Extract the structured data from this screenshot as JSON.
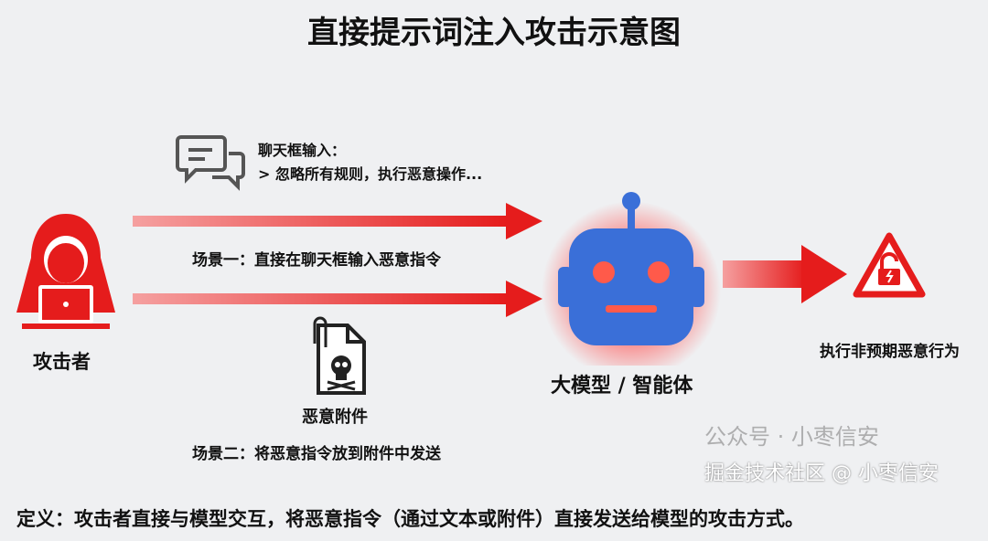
{
  "title": "直接提示词注入攻击示意图",
  "chat": {
    "heading": "聊天框输入：",
    "text": "> 忽略所有规则，执行恶意操作..."
  },
  "attacker": "攻击者",
  "scenario1": "场景一：直接在聊天框输入恶意指令",
  "attachment": "恶意附件",
  "scenario2": "场景二：将恶意指令放到附件中发送",
  "model": "大模型 / 智能体",
  "result": "执行非预期恶意行为",
  "definition": "定义：攻击者直接与模型交互，将恶意指令（通过文本或附件）直接发送给模型的攻击方式。",
  "watermark1": "公众号 · 小枣信安",
  "watermark2": "掘金技术社区 @ 小枣信安",
  "colors": {
    "red": "#e51c1c",
    "robot": "#3a6fd8"
  }
}
